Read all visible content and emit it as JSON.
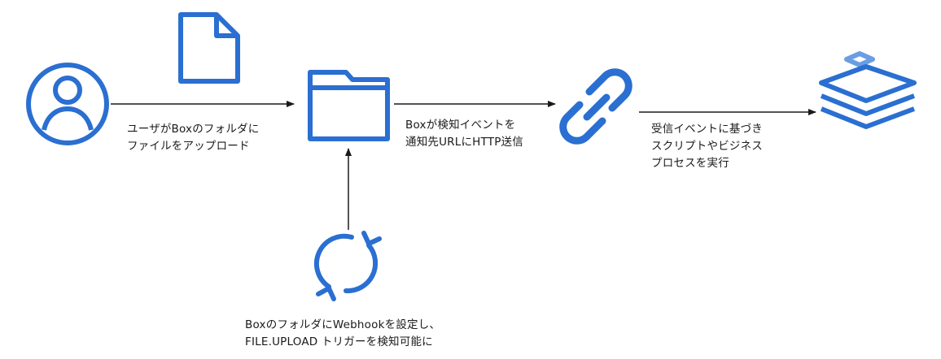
{
  "colors": {
    "icon_blue": "#2a6fd1",
    "icon_light_blue": "#6b9de3",
    "arrow": "#1a1a1a",
    "text": "#1a1a1a",
    "background": "#ffffff"
  },
  "icons": {
    "user": "user-icon",
    "file": "file-icon",
    "folder": "folder-icon",
    "webhook": "refresh-icon",
    "link": "link-icon",
    "process": "stacked-layers-icon"
  },
  "labels": {
    "upload": [
      "ユーザがBoxのフォルダに",
      "ファイルをアップロード"
    ],
    "notify": [
      "Boxが検知イベントを",
      "通知先URLにHTTP送信"
    ],
    "execute": [
      "受信イベントに基づき",
      "スクリプトやビジネス",
      "プロセスを実行"
    ],
    "webhook": [
      "BoxのフォルダにWebhookを設定し、",
      "FILE.UPLOAD トリガーを検知可能に"
    ]
  }
}
